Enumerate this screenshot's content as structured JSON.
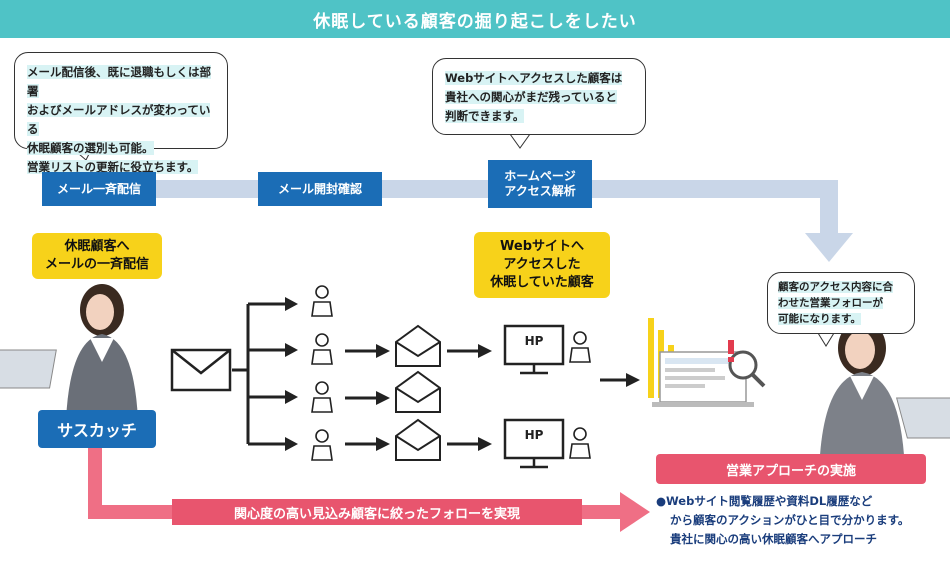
{
  "title": "休眠している顧客の掘り起こしをしたい",
  "bubbles": {
    "left": [
      "メール配信後、既に退職もしくは部署",
      "およびメールアドレスが変わっている",
      "休眠顧客の選別も可能。",
      "営業リストの更新に役立ちます。"
    ],
    "middle": [
      "Webサイトへアクセスした顧客は",
      "貴社への関心がまだ残っていると",
      "判断できます。"
    ],
    "right": [
      "顧客のアクセス内容に合",
      "わせた営業フォローが",
      "可能になります。"
    ]
  },
  "steps": {
    "step1": "メール一斉配信",
    "step2": "メール開封確認",
    "step3a": "ホームページ",
    "step3b": "アクセス解析"
  },
  "labels": {
    "left_a": "休眠顧客へ",
    "left_b": "メールの一斉配信",
    "mid_a": "Webサイトへ",
    "mid_b": "アクセスした",
    "mid_c": "休眠していた顧客"
  },
  "product": "サスカッチ",
  "hp_label": "HP",
  "bottom_arrow": "関心度の高い見込み顧客に絞ったフォローを実現",
  "sales_approach": "営業アプローチの実施",
  "description": [
    "●Webサイト閲覧履歴や資料DL履歴など",
    "から顧客のアクションがひと目で分かります。",
    "貴社に関心の高い休眠顧客へアプローチ"
  ],
  "colors": {
    "teal": "#4fc3c6",
    "blue": "#1b6db6",
    "yellow": "#f7d21a",
    "pink": "#e8556e",
    "light_blue": "#c9d6e8"
  }
}
